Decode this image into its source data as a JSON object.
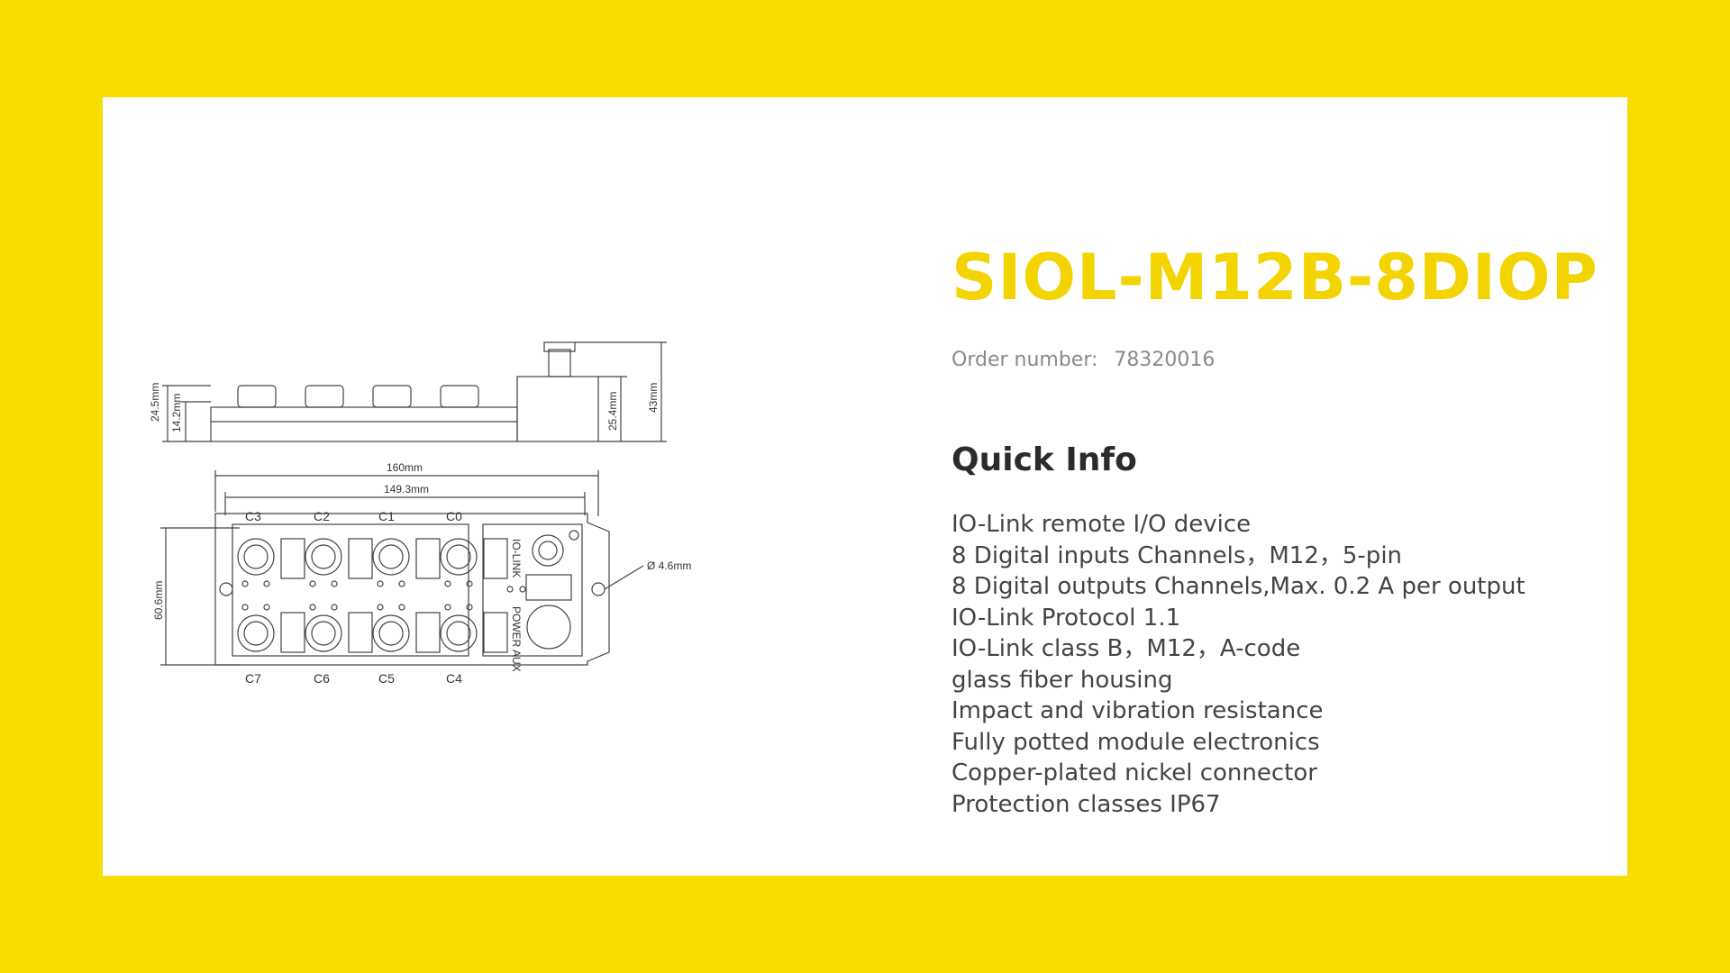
{
  "product": {
    "title": "SIOL-M12B-8DIOP",
    "order_label": "Order number:",
    "order_number": "78320016"
  },
  "quick_info": {
    "heading": "Quick Info",
    "items": [
      "IO-Link remote I/O device",
      "8 Digital inputs Channels，M12，5-pin",
      "8 Digital outputs Channels,Max. 0.2 A per output",
      "IO-Link Protocol 1.1",
      "IO-Link class B，M12，A-code",
      "glass fiber housing",
      "Impact and vibration resistance",
      "Fully potted module electronics",
      "Copper-plated nickel connector",
      "Protection classes IP67"
    ]
  },
  "drawing": {
    "dim_total_length": "160mm",
    "dim_inner_length": "149.3mm",
    "dim_height_1": "24.5mm",
    "dim_height_2": "14.2mm",
    "dim_height_3": "25.4mm",
    "dim_height_4": "43mm",
    "dim_width": "60.6mm",
    "dim_hole": "Ø 4.6mm",
    "top_row_labels": [
      "C3",
      "C2",
      "C1",
      "C0"
    ],
    "bottom_row_labels": [
      "C7",
      "C6",
      "C5",
      "C4"
    ],
    "side_text_1": "IO-LINK",
    "side_text_2": "POWER AUX"
  },
  "colors": {
    "background": "#f7dd00",
    "title": "#f3d300",
    "card": "#ffffff"
  }
}
